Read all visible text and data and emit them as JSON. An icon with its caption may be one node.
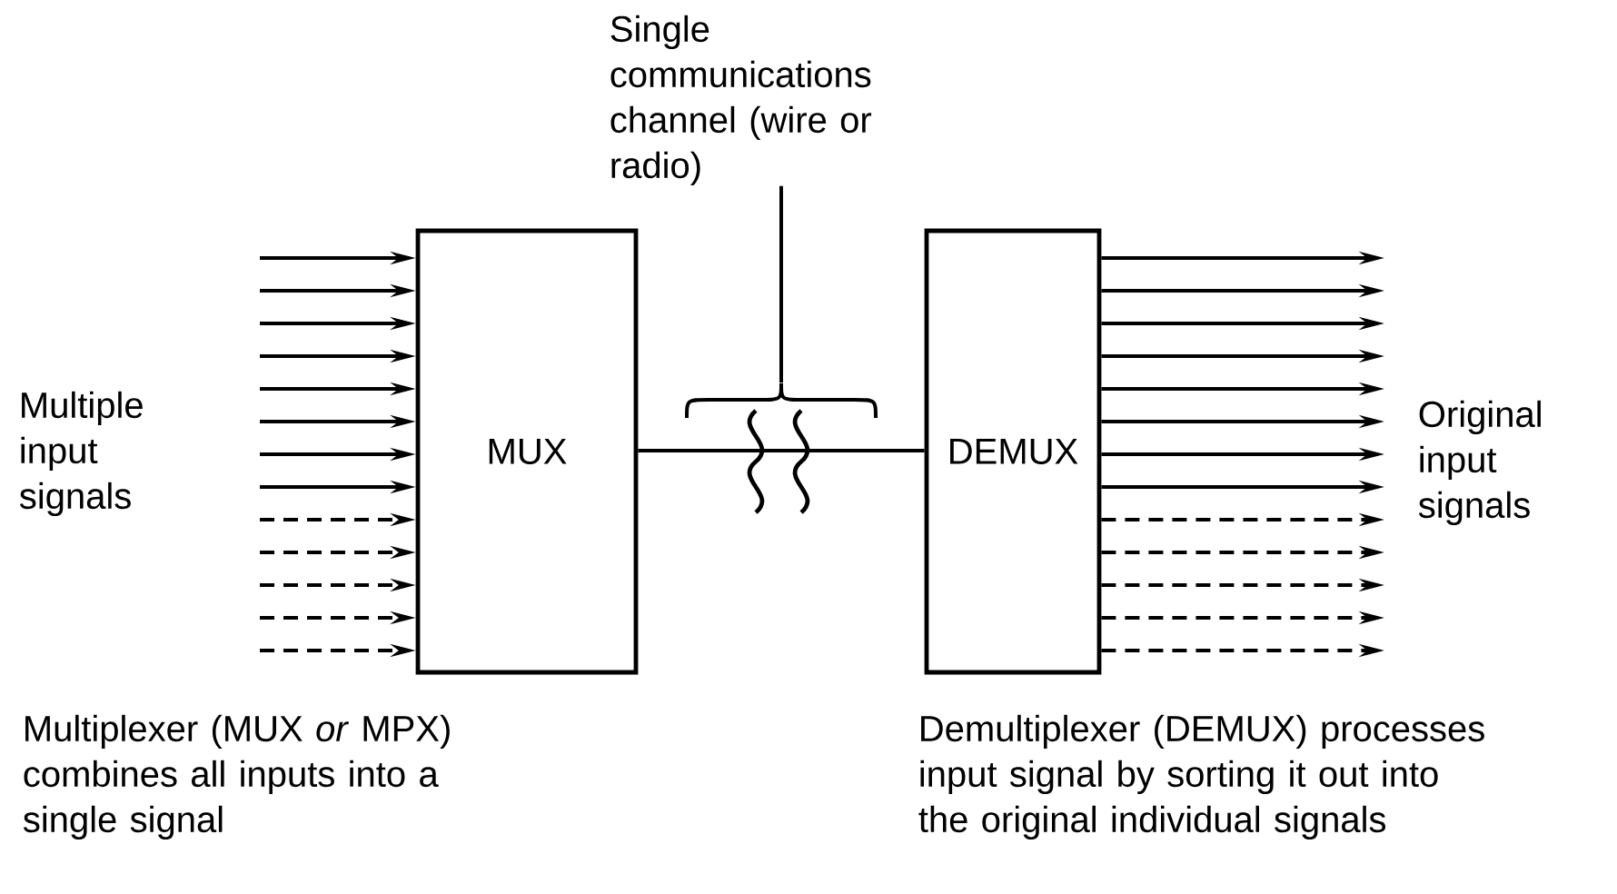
{
  "diagram": {
    "nodes": [
      {
        "text": [
          "MUX"
        ]
      },
      {
        "text": [
          "DEMUX"
        ]
      },
      {
        "text": [
          "Single communications channel (wire or radio)"
        ]
      },
      {
        "text": [],
        "shape": "brace"
      }
    ],
    "edges": [
      {
        "from": null,
        "to": 0,
        "arrow": "to"
      },
      {
        "from": null,
        "to": 0,
        "arrow": "to"
      },
      {
        "from": null,
        "to": 0,
        "arrow": "to"
      },
      {
        "from": null,
        "to": 0,
        "arrow": "to"
      },
      {
        "from": null,
        "to": 0,
        "arrow": "to"
      },
      {
        "from": null,
        "to": 0,
        "arrow": "to"
      },
      {
        "from": null,
        "to": 0,
        "arrow": "to"
      },
      {
        "from": null,
        "to": 0,
        "arrow": "to"
      },
      {
        "from": null,
        "to": 0,
        "arrow": "to",
        "style": "dashed"
      },
      {
        "from": null,
        "to": 0,
        "arrow": "to",
        "style": "dashed"
      },
      {
        "from": null,
        "to": 0,
        "arrow": "to",
        "style": "dashed"
      },
      {
        "from": null,
        "to": 0,
        "arrow": "to",
        "style": "dashed"
      },
      {
        "from": null,
        "to": 0,
        "arrow": "to",
        "style": "dashed"
      },
      {
        "from": 1,
        "to": null,
        "arrow": "to"
      },
      {
        "from": 1,
        "to": null,
        "arrow": "to"
      },
      {
        "from": 1,
        "to": null,
        "arrow": "to"
      },
      {
        "from": 1,
        "to": null,
        "arrow": "to"
      },
      {
        "from": 1,
        "to": null,
        "arrow": "to"
      },
      {
        "from": 1,
        "to": null,
        "arrow": "to"
      },
      {
        "from": 1,
        "to": null,
        "arrow": "to"
      },
      {
        "from": 1,
        "to": null,
        "arrow": "to"
      },
      {
        "from": 1,
        "to": null,
        "arrow": "to",
        "style": "dashed"
      },
      {
        "from": 1,
        "to": null,
        "arrow": "to",
        "style": "dashed"
      },
      {
        "from": 1,
        "to": null,
        "arrow": "to",
        "style": "dashed"
      },
      {
        "from": 1,
        "to": null,
        "arrow": "to",
        "style": "dashed"
      },
      {
        "from": 1,
        "to": null,
        "arrow": "to",
        "style": "dashed"
      },
      {
        "from": 0,
        "to": 1,
        "arrow": "none"
      },
      {
        "from": 2,
        "to": 3,
        "arrow": "none"
      }
    ],
    "labels": [
      "Multiple input signals",
      "Original input signals",
      "Multiplexer (MUX *or* MPX) combines all inputs into a single signal",
      "Demultiplexer (DEMUX) processes input signal by sorting it out into the original individual signals"
    ]
  }
}
